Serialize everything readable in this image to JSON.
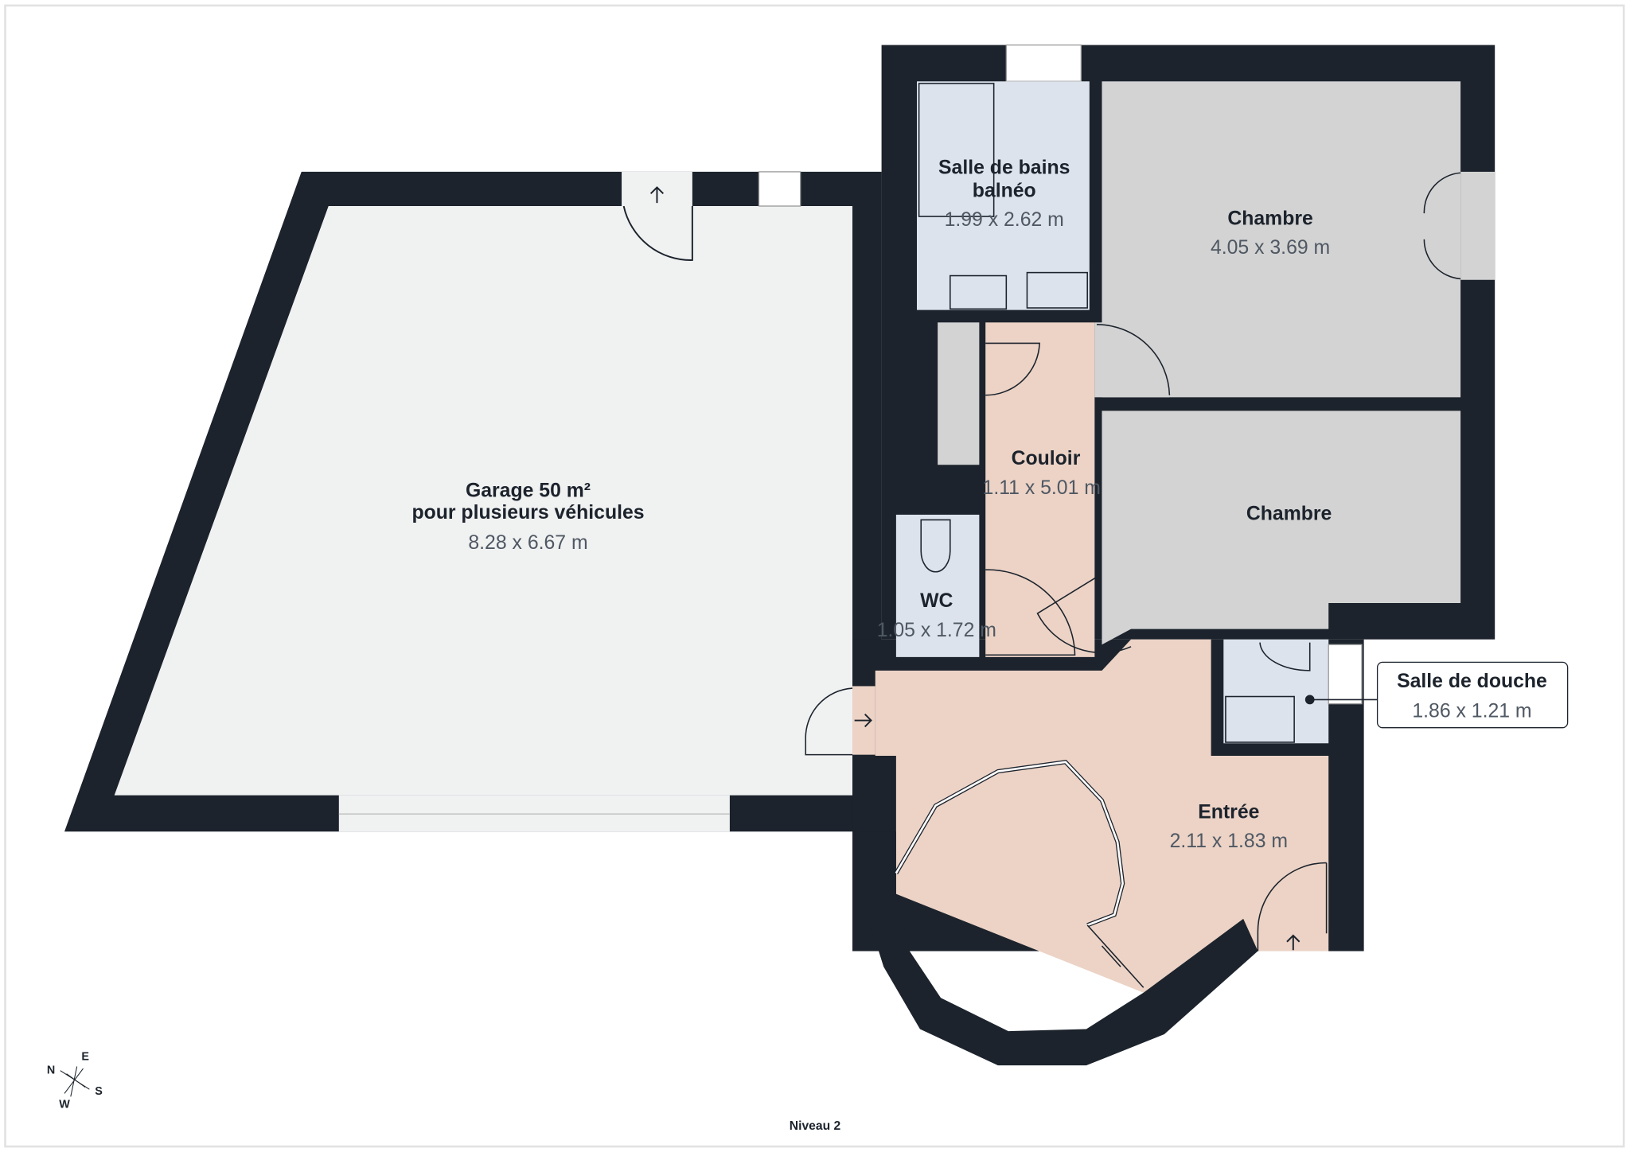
{
  "colors": {
    "wall": "#1c232c",
    "garage": "#f0f1f1",
    "bedroom": "#d3d3d3",
    "wet_room": "#dde3ec",
    "circulation": "#ecd3c6"
  },
  "rooms": {
    "garage": {
      "name_line1": "Garage 50 m²",
      "name_line2": "pour plusieurs véhicules",
      "size": "8.28 x 6.67 m"
    },
    "bathroom": {
      "name_line1": "Salle de bains",
      "name_line2": "balnéo",
      "size": "1.99 x 2.62 m"
    },
    "bedroom1": {
      "name": "Chambre",
      "size": "4.05 x 3.69 m"
    },
    "bedroom2": {
      "name": "Chambre"
    },
    "corridor": {
      "name": "Couloir",
      "size": "1.11 x 5.01 m"
    },
    "wc": {
      "name": "WC",
      "size": "1.05 x 1.72 m"
    },
    "entrance": {
      "name": "Entrée",
      "size": "2.11 x 1.83 m"
    },
    "shower": {
      "name": "Salle de douche",
      "size": "1.86 x 1.21 m"
    }
  },
  "compass": {
    "n": "N",
    "e": "E",
    "s": "S",
    "w": "W"
  },
  "level": "Niveau 2"
}
